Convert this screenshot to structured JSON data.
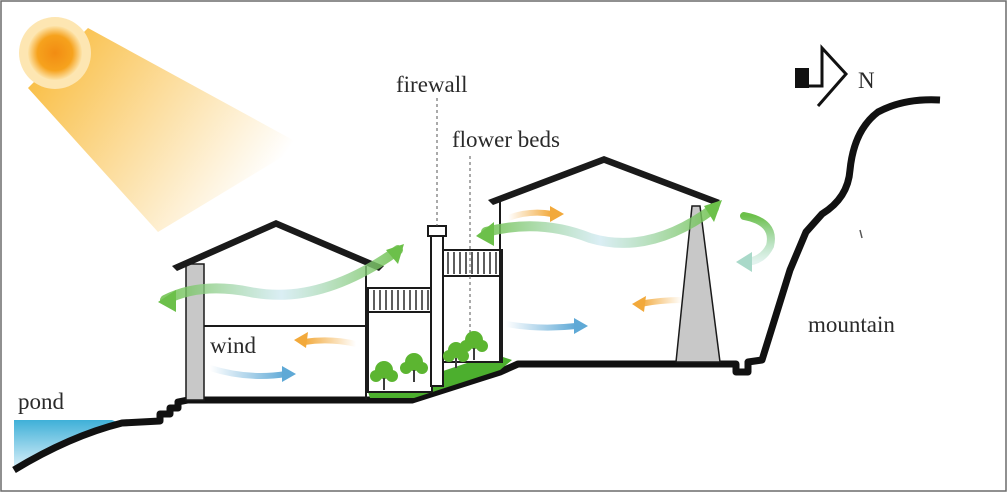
{
  "labels": {
    "firewall": "firewall",
    "flower_beds": "flower beds",
    "wind": "wind",
    "pond": "pond",
    "mountain": "mountain",
    "north": "N"
  },
  "colors": {
    "ground": "#111111",
    "sun": "#f5a51c",
    "sun_beam": "#f8b427",
    "water": "#3fb0d8",
    "grass": "#4caf2e",
    "wind_green": "#6cc04a",
    "wind_blue": "#5fa9d6",
    "wind_orange": "#f2a93b",
    "wall_gray": "#c8c8c8"
  }
}
